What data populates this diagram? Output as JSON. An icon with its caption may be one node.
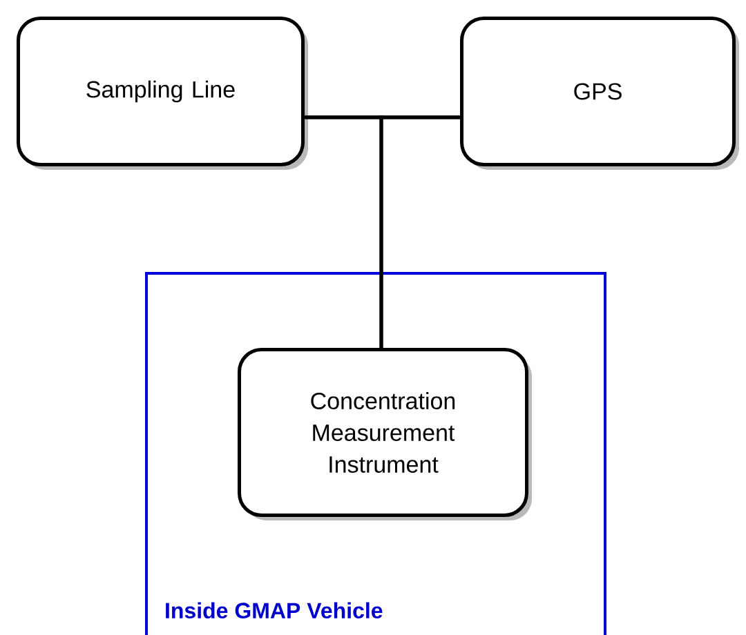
{
  "diagram": {
    "nodes": [
      {
        "text": [
          "Sampling Line"
        ]
      },
      {
        "text": [
          "GPS"
        ]
      },
      {
        "text": [
          "Inside GMAP Vehicle"
        ]
      },
      {
        "text": [
          "Concentration Measurement Instrument"
        ],
        "in": 2
      }
    ],
    "edges": [
      {
        "from": 0,
        "to": 1,
        "arrow": "none"
      },
      {
        "from": 0,
        "to": 3,
        "arrow": "none"
      },
      {
        "from": 1,
        "to": 3,
        "arrow": "none"
      }
    ]
  }
}
